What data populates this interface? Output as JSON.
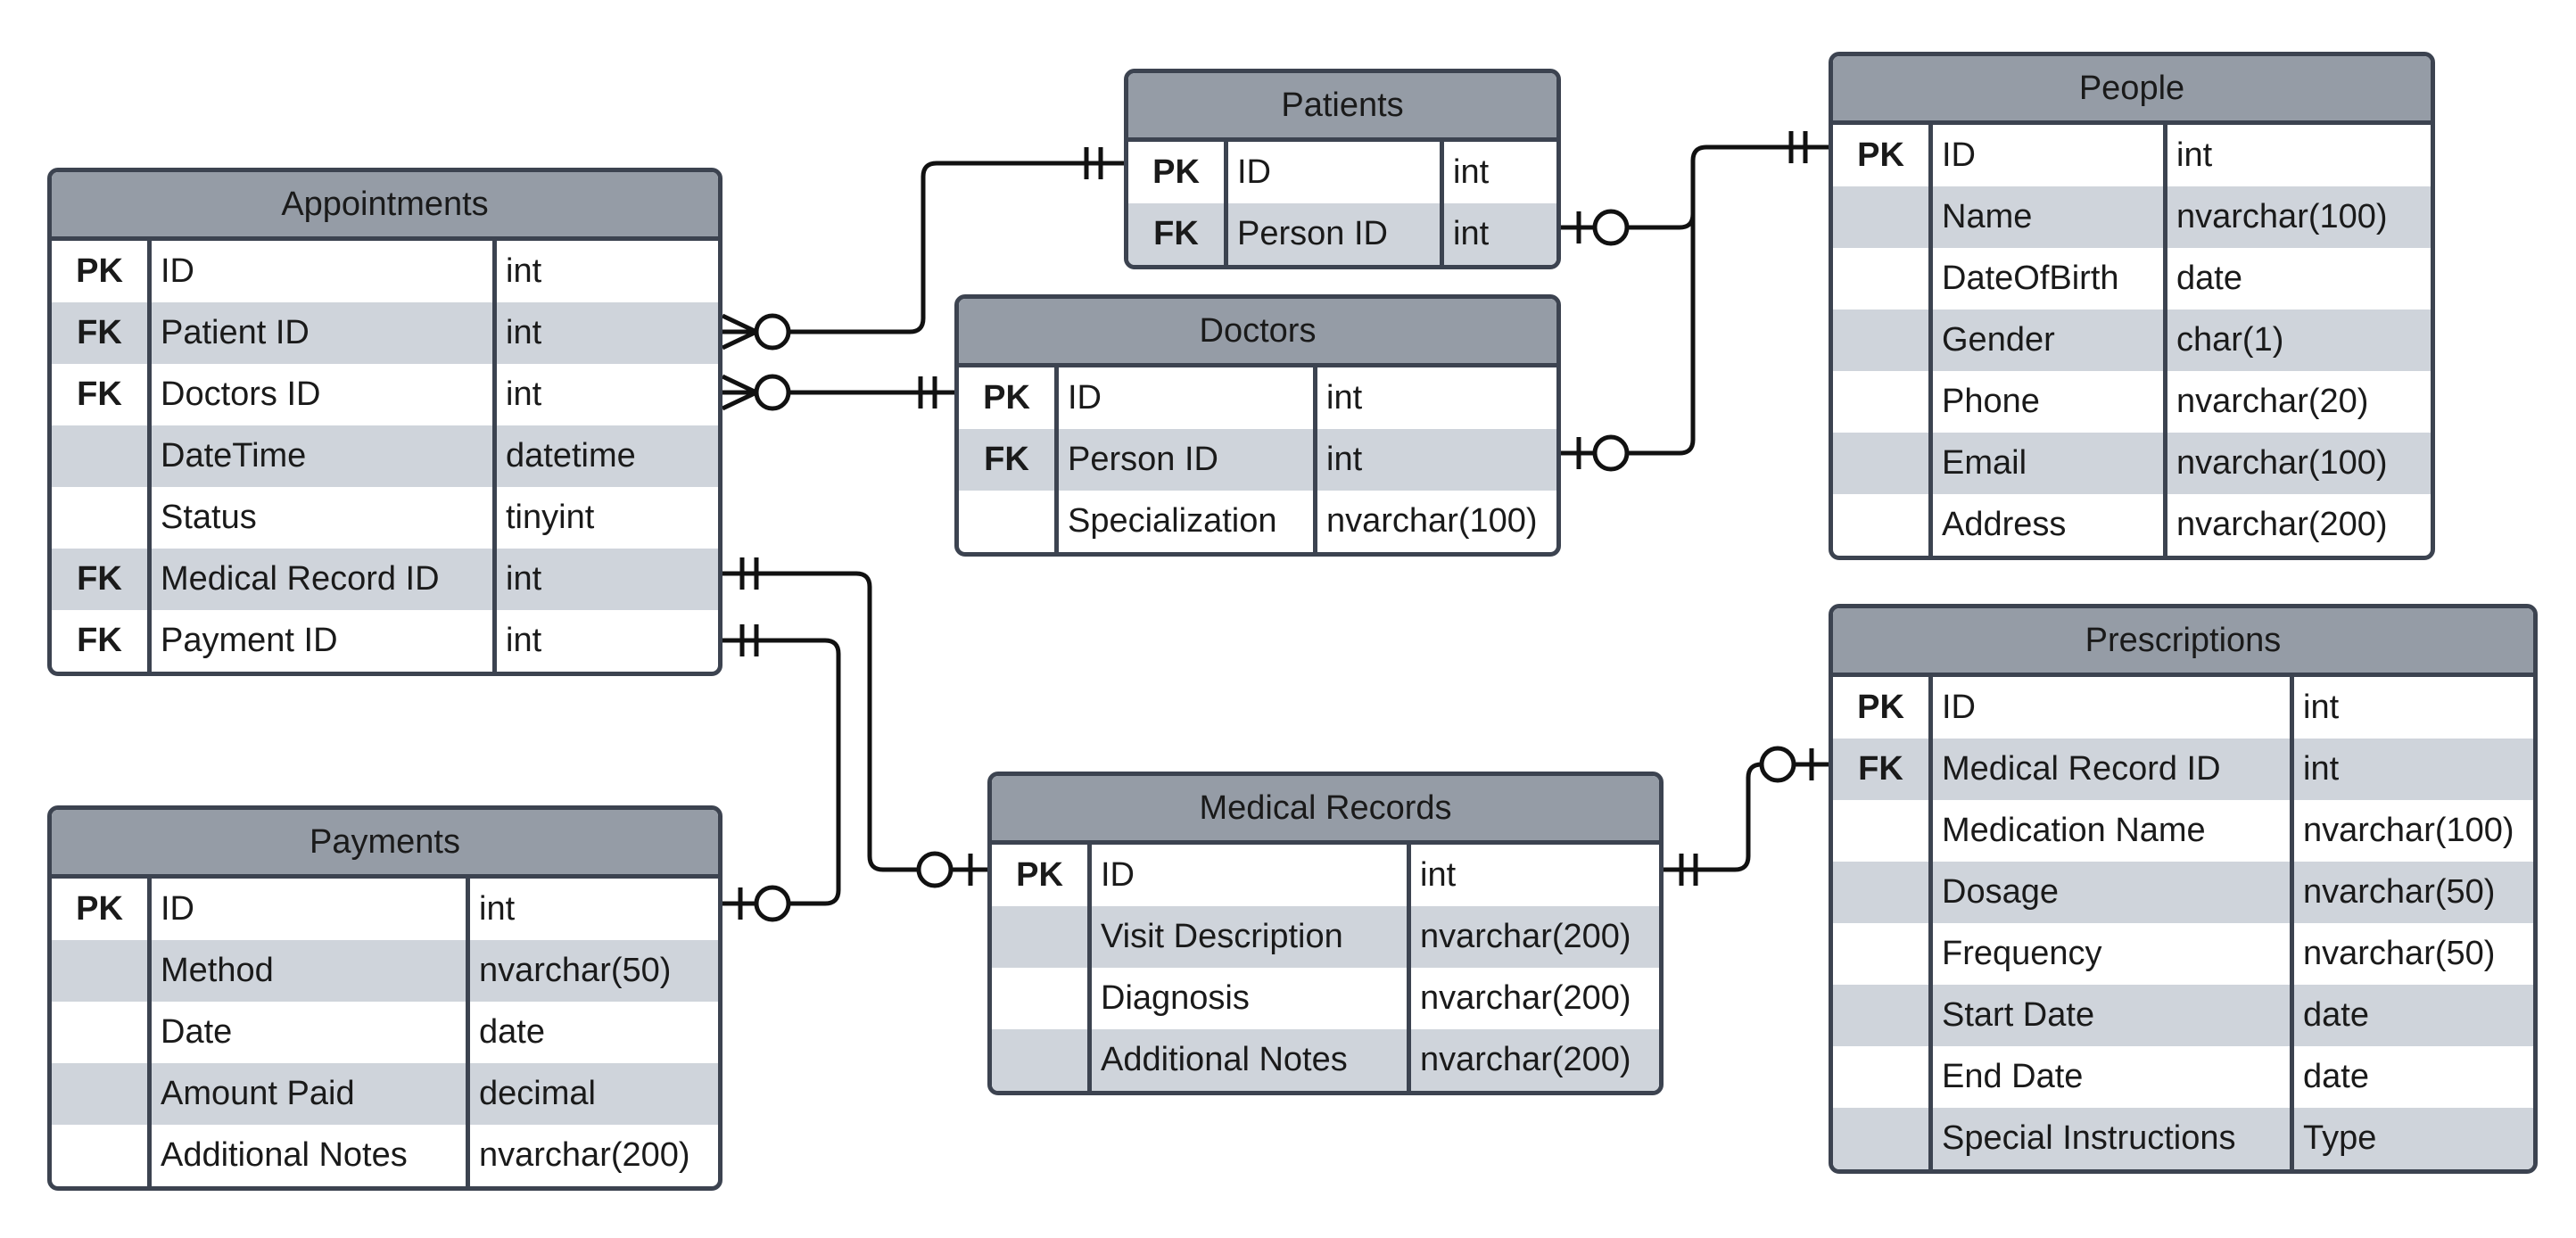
{
  "tables": {
    "patients": {
      "title": "Patients",
      "rows": [
        {
          "key": "PK",
          "name": "ID",
          "type": "int"
        },
        {
          "key": "FK",
          "name": "Person ID",
          "type": "int"
        }
      ]
    },
    "people": {
      "title": "People",
      "rows": [
        {
          "key": "PK",
          "name": "ID",
          "type": "int"
        },
        {
          "key": "",
          "name": "Name",
          "type": "nvarchar(100)"
        },
        {
          "key": "",
          "name": "DateOfBirth",
          "type": "date"
        },
        {
          "key": "",
          "name": "Gender",
          "type": "char(1)"
        },
        {
          "key": "",
          "name": "Phone",
          "type": "nvarchar(20)"
        },
        {
          "key": "",
          "name": "Email",
          "type": "nvarchar(100)"
        },
        {
          "key": "",
          "name": "Address",
          "type": "nvarchar(200)"
        }
      ]
    },
    "appointments": {
      "title": "Appointments",
      "rows": [
        {
          "key": "PK",
          "name": "ID",
          "type": "int"
        },
        {
          "key": "FK",
          "name": "Patient ID",
          "type": "int"
        },
        {
          "key": "FK",
          "name": "Doctors ID",
          "type": "int"
        },
        {
          "key": "",
          "name": "DateTime",
          "type": "datetime"
        },
        {
          "key": "",
          "name": "Status",
          "type": "tinyint"
        },
        {
          "key": "FK",
          "name": "Medical Record ID",
          "type": "int"
        },
        {
          "key": "FK",
          "name": "Payment ID",
          "type": "int"
        }
      ]
    },
    "doctors": {
      "title": "Doctors",
      "rows": [
        {
          "key": "PK",
          "name": "ID",
          "type": "int"
        },
        {
          "key": "FK",
          "name": "Person ID",
          "type": "int"
        },
        {
          "key": "",
          "name": "Specialization",
          "type": "nvarchar(100)"
        }
      ]
    },
    "prescriptions": {
      "title": "Prescriptions",
      "rows": [
        {
          "key": "PK",
          "name": "ID",
          "type": "int"
        },
        {
          "key": "FK",
          "name": "Medical Record ID",
          "type": "int"
        },
        {
          "key": "",
          "name": "Medication Name",
          "type": "nvarchar(100)"
        },
        {
          "key": "",
          "name": "Dosage",
          "type": "nvarchar(50)"
        },
        {
          "key": "",
          "name": "Frequency",
          "type": "nvarchar(50)"
        },
        {
          "key": "",
          "name": "Start Date",
          "type": "date"
        },
        {
          "key": "",
          "name": "End Date",
          "type": "date"
        },
        {
          "key": "",
          "name": "Special Instructions",
          "type": "Type"
        }
      ]
    },
    "payments": {
      "title": "Payments",
      "rows": [
        {
          "key": "PK",
          "name": "ID",
          "type": "int"
        },
        {
          "key": "",
          "name": "Method",
          "type": "nvarchar(50)"
        },
        {
          "key": "",
          "name": "Date",
          "type": "date"
        },
        {
          "key": "",
          "name": "Amount Paid",
          "type": "decimal"
        },
        {
          "key": "",
          "name": "Additional Notes",
          "type": "nvarchar(200)"
        }
      ]
    },
    "medical_records": {
      "title": "Medical Records",
      "rows": [
        {
          "key": "PK",
          "name": "ID",
          "type": "int"
        },
        {
          "key": "",
          "name": "Visit Description",
          "type": "nvarchar(200)"
        },
        {
          "key": "",
          "name": "Diagnosis",
          "type": "nvarchar(200)"
        },
        {
          "key": "",
          "name": "Additional Notes",
          "type": "nvarchar(200)"
        }
      ]
    }
  },
  "relationships": [
    {
      "from": "appointments.Patient ID",
      "to": "patients.ID",
      "from_end": "zero-or-many",
      "to_end": "one-and-only-one"
    },
    {
      "from": "appointments.Doctors ID",
      "to": "doctors.ID",
      "from_end": "zero-or-many",
      "to_end": "one-and-only-one"
    },
    {
      "from": "patients.Person ID",
      "to": "people.ID",
      "from_end": "zero-or-one",
      "to_end": "one-and-only-one"
    },
    {
      "from": "doctors.Person ID",
      "to": "people.ID",
      "from_end": "zero-or-one",
      "to_end": "one-and-only-one"
    },
    {
      "from": "appointments.Medical Record ID",
      "to": "medical_records.ID",
      "from_end": "one-and-only-one",
      "to_end": "zero-or-one"
    },
    {
      "from": "appointments.Payment ID",
      "to": "payments.ID",
      "from_end": "one-and-only-one",
      "to_end": "zero-or-one"
    },
    {
      "from": "medical_records.ID",
      "to": "prescriptions.Medical Record ID",
      "from_end": "one-and-only-one",
      "to_end": "zero-or-one"
    }
  ],
  "colors": {
    "header": "#959ca6",
    "stripe": "#cfd4db",
    "border": "#3c4350",
    "line": "#111111"
  }
}
